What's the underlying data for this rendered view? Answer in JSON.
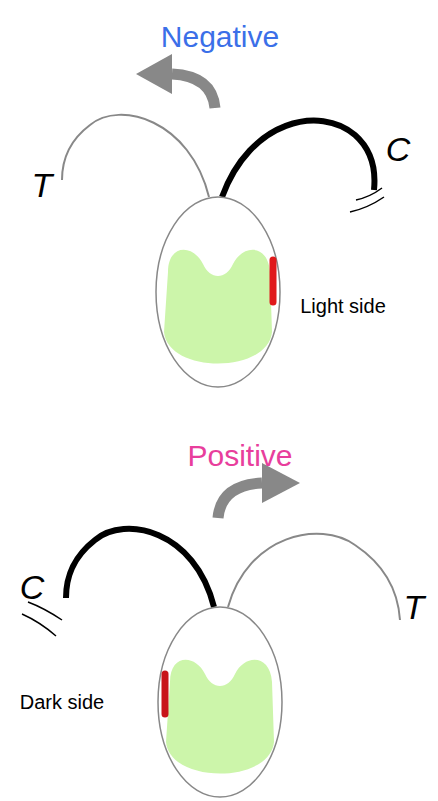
{
  "diagram": {
    "labels": [
      "Negative",
      "T",
      "C",
      "Light side",
      "Positive",
      "C",
      "T",
      "Dark side"
    ]
  }
}
